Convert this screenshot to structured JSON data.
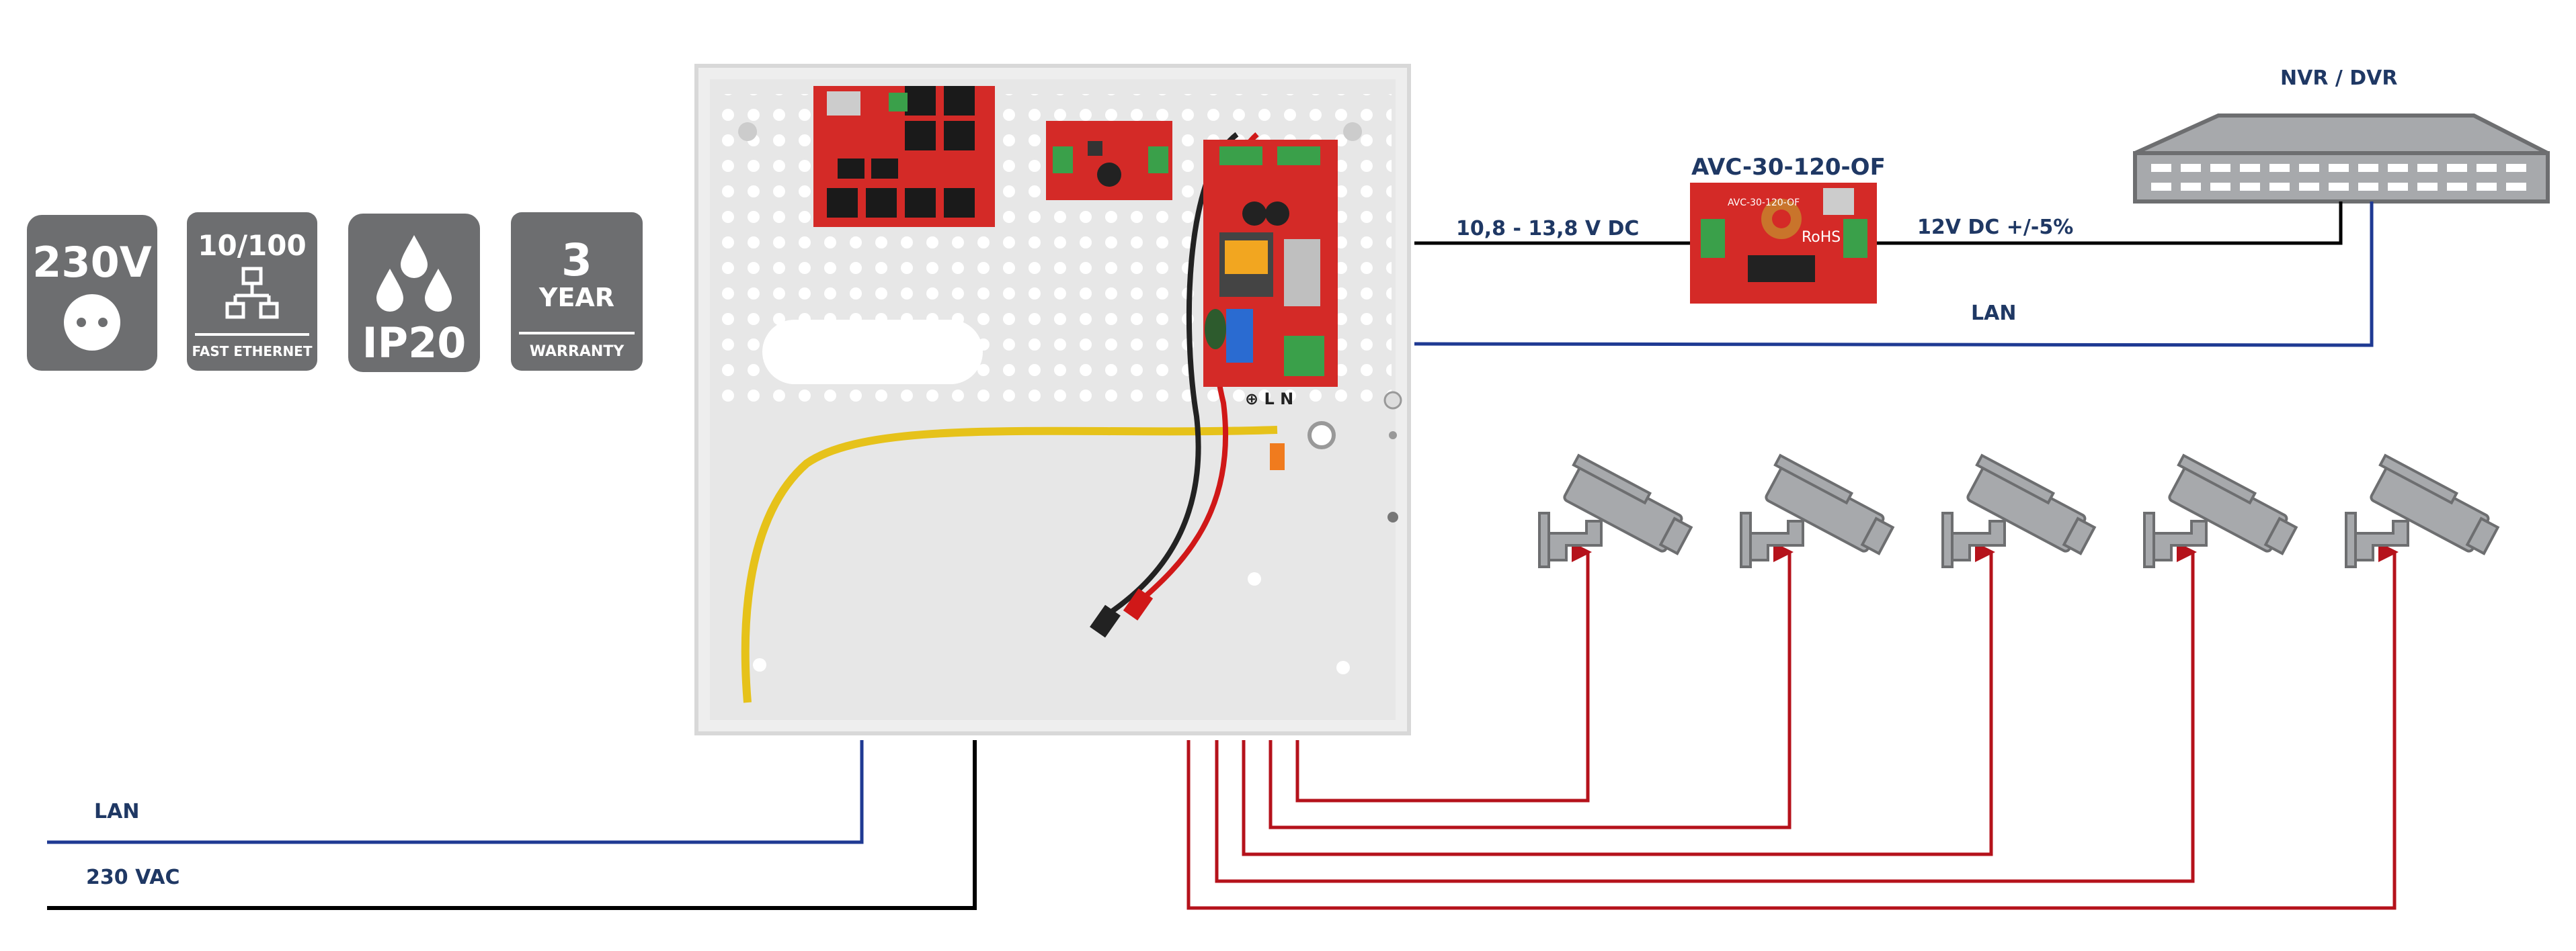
{
  "badges": {
    "voltage": {
      "text": "230V",
      "icon": "socket-icon"
    },
    "ethernet": {
      "text": "10/100",
      "caption": "FAST ETHERNET",
      "icon": "network-icon"
    },
    "ip": {
      "text": "IP20",
      "icon": "droplets-icon"
    },
    "warranty": {
      "number": "3",
      "unit": "YEAR",
      "caption": "WARRANTY"
    }
  },
  "enclosure": {
    "terminal_label": "⊕ L N"
  },
  "converter": {
    "title": "AVC-30-120-OF",
    "board_text": "AVC-30-120-OF",
    "rohs": "RoHS"
  },
  "nvr": {
    "label": "NVR / DVR"
  },
  "wiring": {
    "dc_input_label": "10,8 - 13,8 V DC",
    "dc_output_label": "12V DC +/-5%",
    "lan_top_label": "LAN",
    "lan_bottom_label": "LAN",
    "mains_label": "230 VAC"
  },
  "cameras": [
    "camera-icon",
    "camera-icon",
    "camera-icon",
    "camera-icon",
    "camera-icon"
  ],
  "colors": {
    "badge": "#6d6e70",
    "label_text": "#1f3864",
    "lan_wire": "#1f3a93",
    "power_wire": "#000000",
    "camera_wire": "#b5121b",
    "board_red": "#d42a27",
    "camera_gray": "#a7a9ac"
  }
}
